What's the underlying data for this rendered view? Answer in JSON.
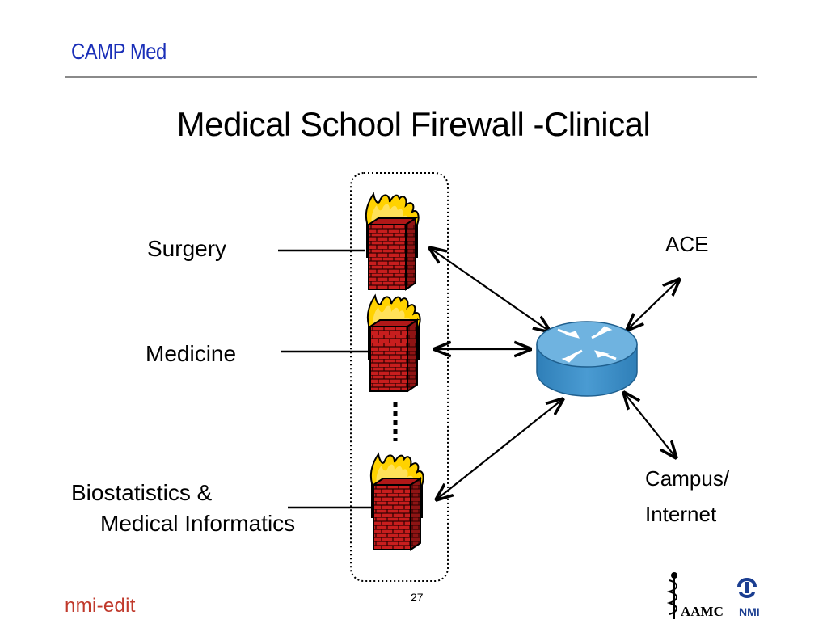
{
  "header": {
    "title": "CAMP Med"
  },
  "main": {
    "title": "Medical School Firewall -Clinical"
  },
  "departments": {
    "surgery": "Surgery",
    "medicine": "Medicine",
    "biostatistics_line1": "Biostatistics &",
    "biostatistics_line2": "Medical Informatics"
  },
  "destinations": {
    "ace": "ACE",
    "campus_line1": "Campus/",
    "campus_line2": "Internet"
  },
  "footer": {
    "left_text": "nmi-edit",
    "page_number": "27",
    "logos": {
      "aamc": "AAMC",
      "nmi": "NMI"
    }
  },
  "icons": {
    "firewall": "firewall-icon",
    "router": "router-icon",
    "caduceus": "caduceus-icon"
  },
  "colors": {
    "header_title": "#1a2fb8",
    "header_rule": "#8a8a8a",
    "footer_text": "#c0392b",
    "brick": "#c81e1e",
    "flame": "#ffd200",
    "router": "#3e8fc7",
    "nmi_logo": "#1b3e91"
  }
}
